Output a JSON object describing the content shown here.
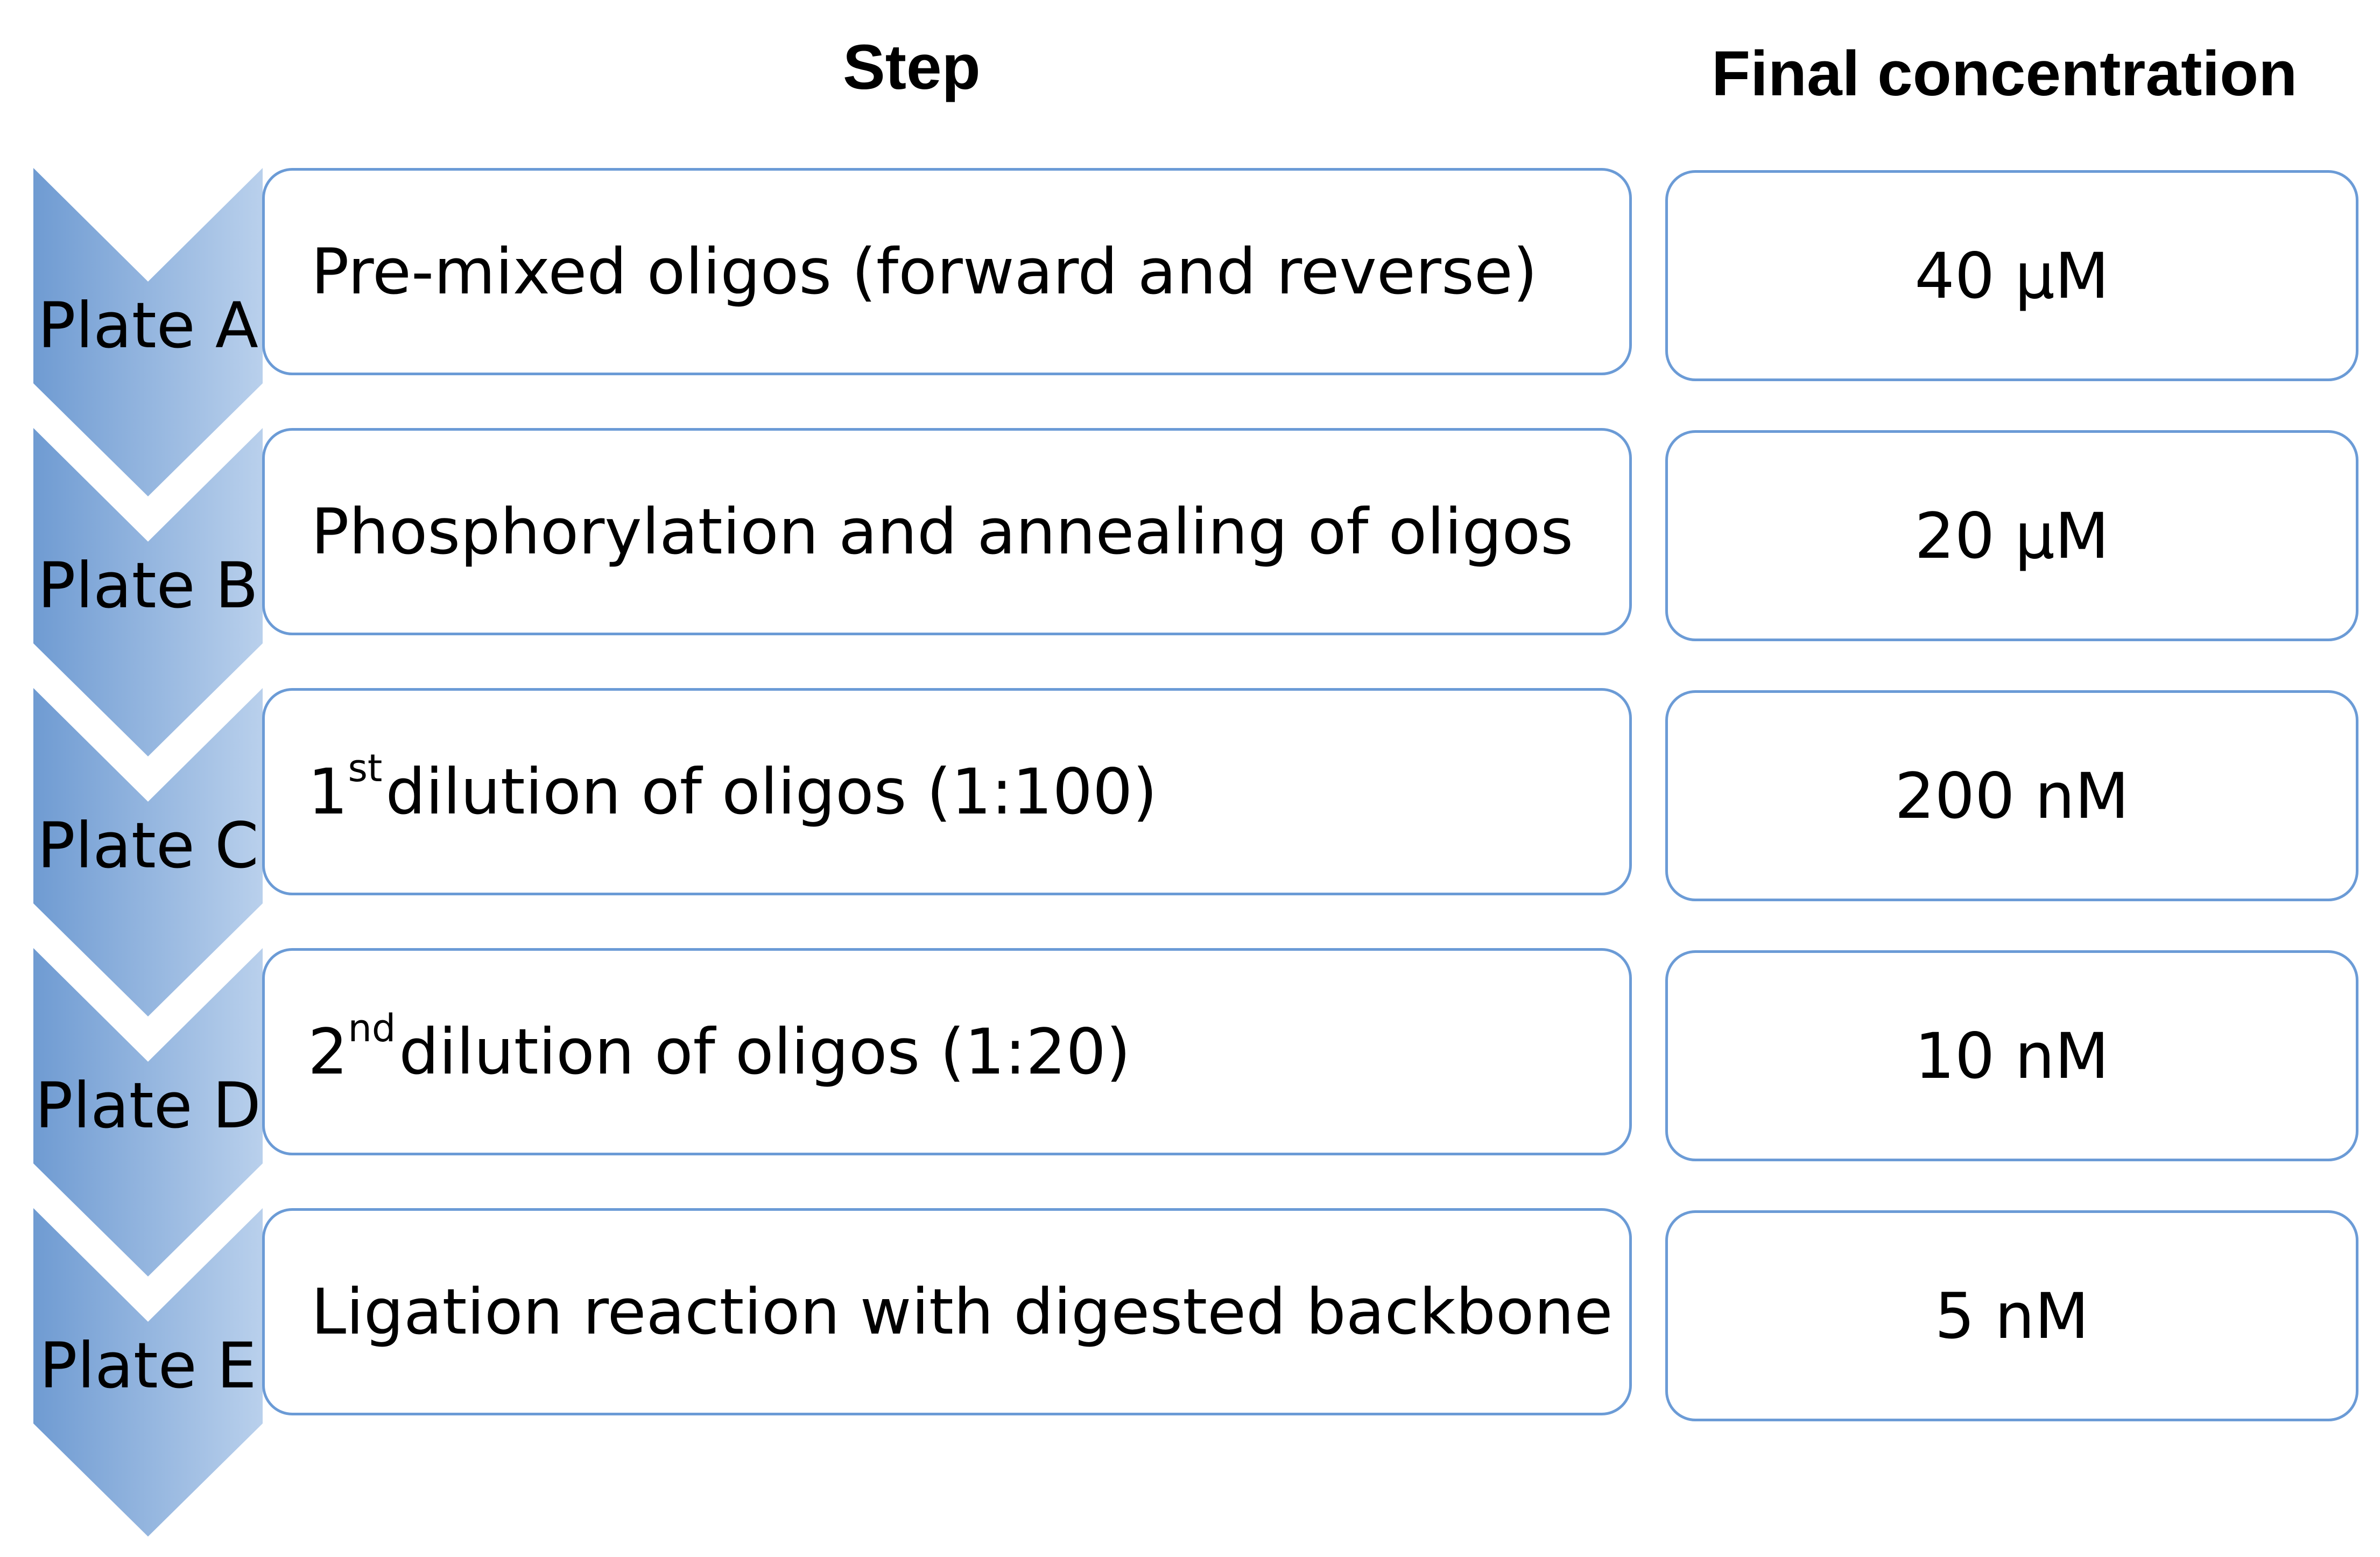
{
  "headers": {
    "step": "Step",
    "final_concentration": "Final concentration"
  },
  "colors": {
    "chevron_dark": "#6f9bd2",
    "chevron_light": "#b9d0ec",
    "box_border": "#6b9bd6"
  },
  "rows": [
    {
      "plate": "Plate A",
      "step_ordinal_number": "",
      "step_ordinal_suffix": "",
      "step_text": "Pre-mixed oligos (forward and reverse)",
      "concentration": "40 µM"
    },
    {
      "plate": "Plate B",
      "step_ordinal_number": "",
      "step_ordinal_suffix": "",
      "step_text": "Phosphorylation and annealing of oligos",
      "concentration": "20 µM"
    },
    {
      "plate": "Plate C",
      "step_ordinal_number": "1",
      "step_ordinal_suffix": "st",
      "step_text": " dilution of oligos (1:100)",
      "concentration": "200 nM"
    },
    {
      "plate": "Plate D",
      "step_ordinal_number": "2",
      "step_ordinal_suffix": "nd",
      "step_text": " dilution of oligos (1:20)",
      "concentration": "10 nM"
    },
    {
      "plate": "Plate E",
      "step_ordinal_number": "",
      "step_ordinal_suffix": "",
      "step_text": "Ligation reaction with digested backbone",
      "concentration": "5 nM"
    }
  ]
}
